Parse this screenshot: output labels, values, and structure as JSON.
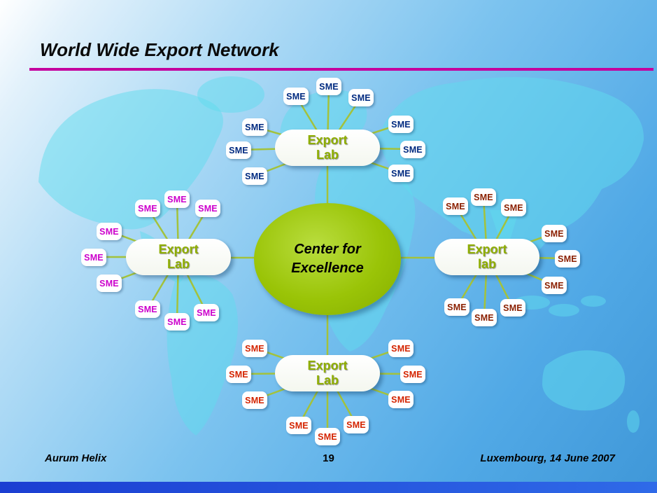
{
  "slide": {
    "title": "World Wide Export Network",
    "center": {
      "line1": "Center for",
      "line2": "Excellence"
    },
    "labs": {
      "top": {
        "line1": "Export",
        "line2": "Lab"
      },
      "left": {
        "line1": "Export",
        "line2": "Lab"
      },
      "right": {
        "line1": "Export",
        "line2": "lab"
      },
      "bottom": {
        "line1": "Export",
        "line2": "Lab"
      }
    },
    "sme_label": "SME",
    "footer": {
      "left": "Aurum Helix",
      "page_number": "19",
      "right": "Luxembourg, 14 June 2007"
    },
    "colors": {
      "accent_line": "#c4009e",
      "center_fill": "#9ac407",
      "lab_text": "#8fae00",
      "connector": "#a3c23c",
      "sme_top_text": "#002a80",
      "sme_left_text": "#cc00cc",
      "sme_right_text": "#8a1f00",
      "sme_bottom_text": "#d42400",
      "world_map": "#5fdbee",
      "bottom_bar": "#2453e0"
    }
  }
}
